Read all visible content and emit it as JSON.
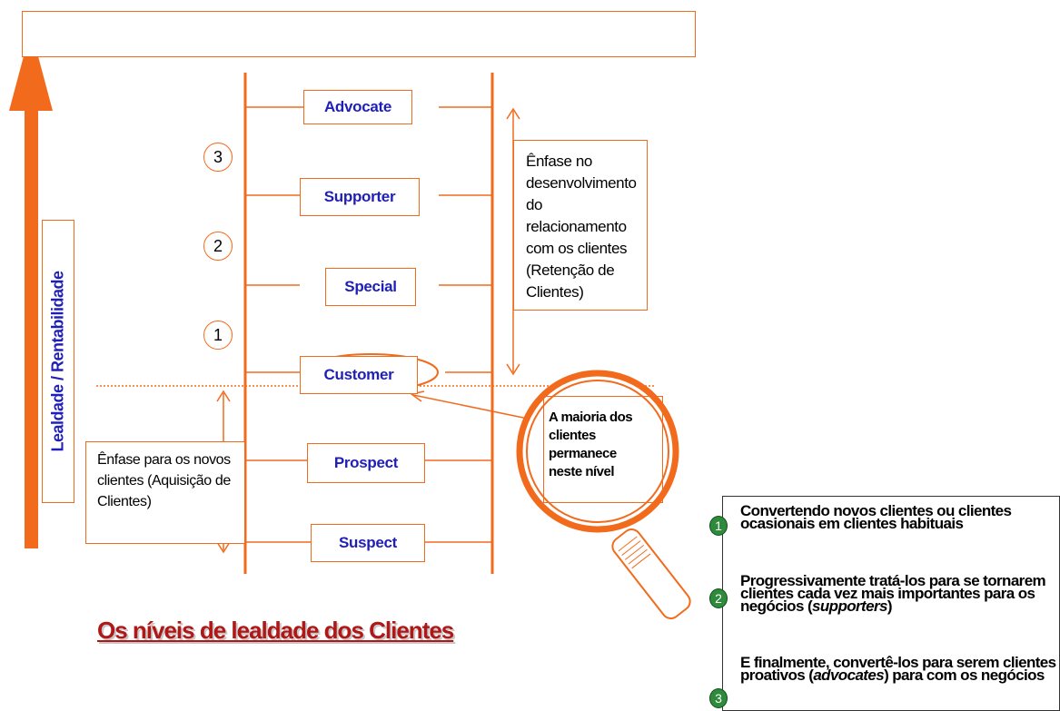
{
  "diagram": {
    "axis_label": "Lealdade / Rentabilidade",
    "levels": [
      "Advocate",
      "Supporter",
      "Special",
      "Customer",
      "Prospect",
      "Suspect"
    ],
    "step_numbers": [
      "3",
      "2",
      "1"
    ],
    "retention_text": "Ênfase no desenvolvimento do relacionamento com os clientes (Retenção de Clientes)",
    "acquisition_text": "Ênfase para os novos clientes (Aquisição de Clientes)",
    "magnifier_text": "A maioria dos clientes permanece neste nível",
    "caption": "Os níveis de lealdade dos Clientes",
    "colors": {
      "accent": "#f26b1d",
      "level_text": "#1f1fb8",
      "caption": "#b01818",
      "step_badge": "#2e8b3c"
    }
  },
  "notes": [
    {
      "number": "1",
      "text": "Convertendo novos clientes ou clientes ocasionais em clientes habituais"
    },
    {
      "number": "2",
      "text_before": "Progressivamente tratá-los para se tornarem clientes cada vez mais importantes para os negócios (",
      "text_italic": "supporters",
      "text_after": ")"
    },
    {
      "number": "3",
      "text_before": "E finalmente, convertê-los para serem clientes proativos (",
      "text_italic": "advocates",
      "text_after": ") para com os negócios"
    }
  ]
}
